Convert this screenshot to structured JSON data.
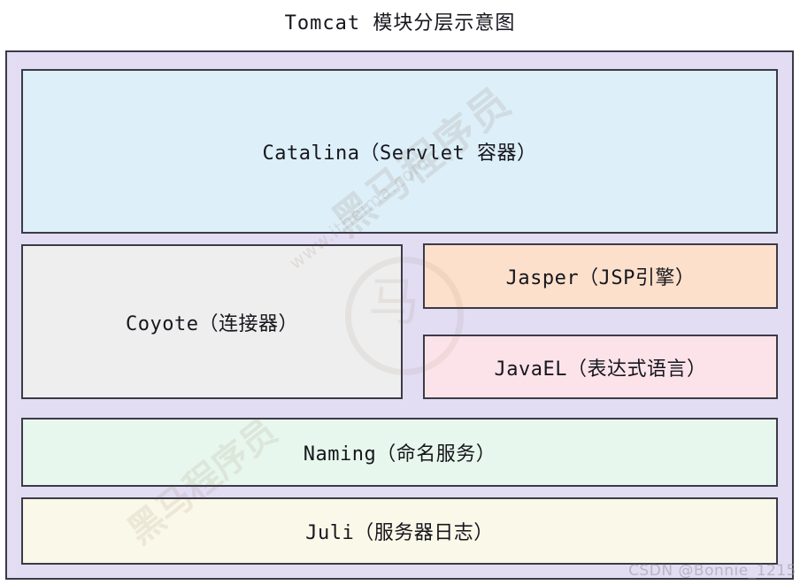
{
  "diagram": {
    "title": "Tomcat 模块分层示意图",
    "type": "layered-block-diagram",
    "container": {
      "name": "tomcat-container",
      "background_color": "#e2ddf2",
      "border_color": "#3b3b47"
    },
    "modules": [
      {
        "id": "catalina",
        "label": "Catalina（Servlet 容器）",
        "name": "Catalina",
        "chinese_role": "Servlet 容器",
        "background_color": "#ddeff8",
        "row": 1,
        "span": "full"
      },
      {
        "id": "coyote",
        "label": "Coyote（连接器）",
        "name": "Coyote",
        "chinese_role": "连接器",
        "background_color": "#eeeeee",
        "row": 2,
        "span": "left-half"
      },
      {
        "id": "jasper",
        "label": "Jasper（JSP引擎）",
        "name": "Jasper",
        "chinese_role": "JSP引擎",
        "background_color": "#fce0cb",
        "row": 2,
        "span": "right-half-top"
      },
      {
        "id": "javael",
        "label": "JavaEL（表达式语言）",
        "name": "JavaEL",
        "chinese_role": "表达式语言",
        "background_color": "#fce3e9",
        "row": 2,
        "span": "right-half-bottom"
      },
      {
        "id": "naming",
        "label": "Naming（命名服务）",
        "name": "Naming",
        "chinese_role": "命名服务",
        "background_color": "#e8f7ed",
        "row": 3,
        "span": "full"
      },
      {
        "id": "juli",
        "label": "Juli（服务器日志）",
        "name": "Juli",
        "chinese_role": "服务器日志",
        "background_color": "#faf8e8",
        "row": 4,
        "span": "full"
      }
    ]
  },
  "watermarks": {
    "brand_cn": "黑马程序员",
    "brand_url": "www.itheima.com",
    "brand_glyph": "马",
    "csdn": "CSDN @Bonnie_1215"
  }
}
